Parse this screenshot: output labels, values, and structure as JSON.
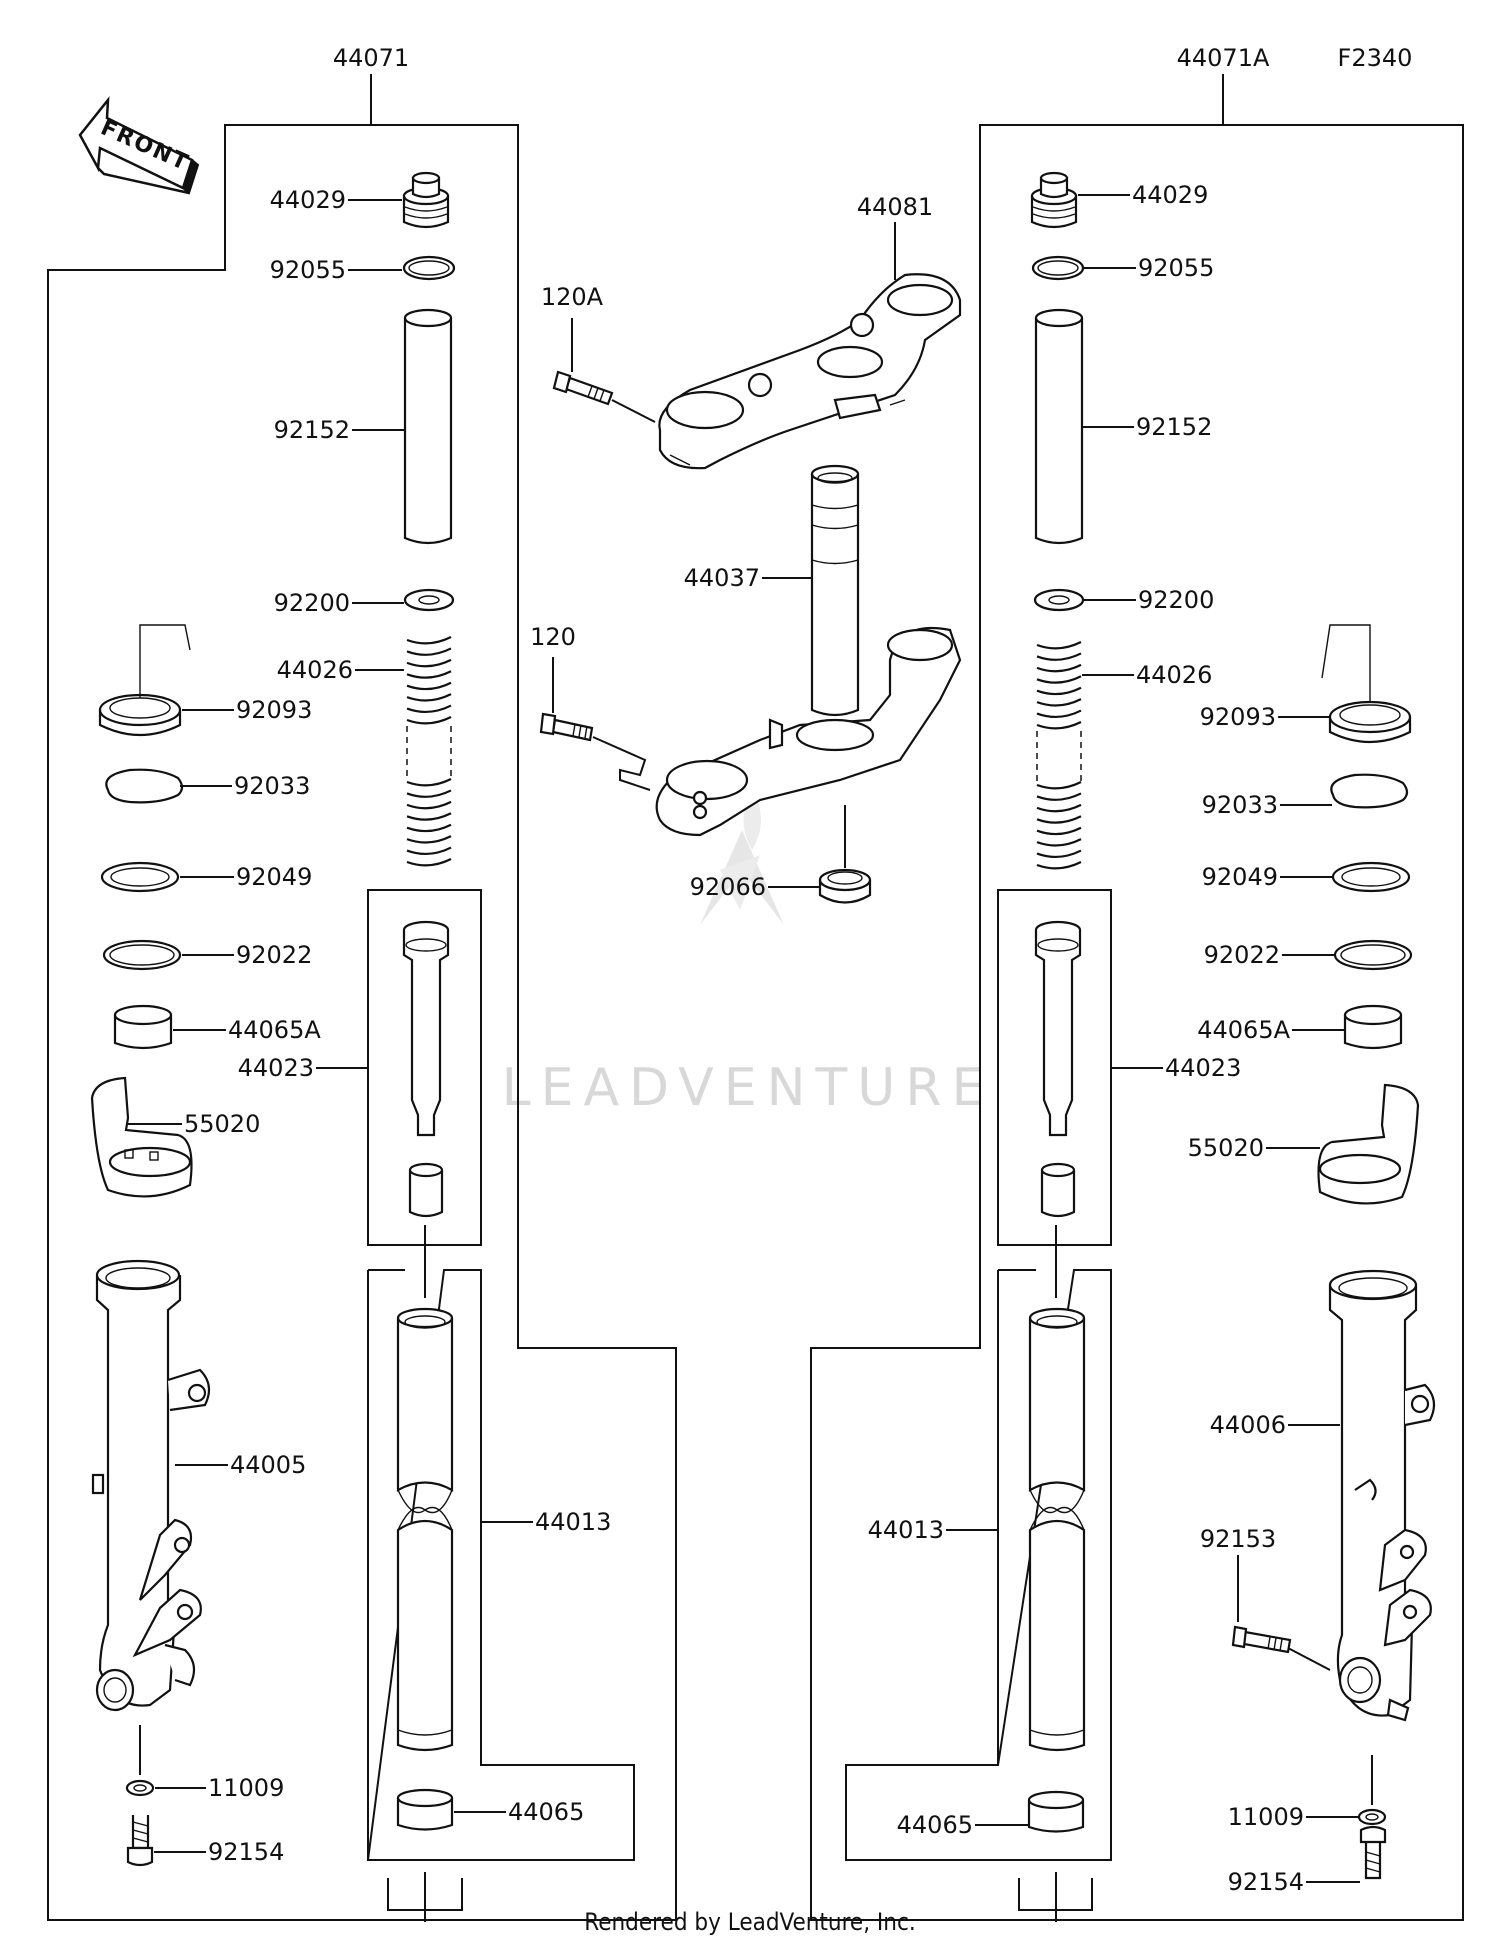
{
  "diagram_code": "F2340",
  "front_arrow_label": "FRONT",
  "watermark": "LEADVENTURE",
  "footer": "Rendered by LeadVenture, Inc.",
  "assemblies": {
    "left": "44071",
    "right": "44071A"
  },
  "left_labels": {
    "cap": "44029",
    "oring": "92055",
    "spacer": "92152",
    "washer": "92200",
    "spring": "44026",
    "dust_seal": "92093",
    "clip": "92033",
    "oil_seal": "92049",
    "washer2": "92022",
    "guide_bush": "44065A",
    "cylinder": "44023",
    "cover": "55020",
    "outer_tube": "44005",
    "inner_tube": "44013",
    "slide_bush": "44065",
    "gasket": "11009",
    "bolt": "92154"
  },
  "right_labels": {
    "cap": "44029",
    "oring": "92055",
    "spacer": "92152",
    "washer": "92200",
    "spring": "44026",
    "dust_seal": "92093",
    "clip": "92033",
    "oil_seal": "92049",
    "washer2": "92022",
    "guide_bush": "44065A",
    "cylinder": "44023",
    "cover": "55020",
    "outer_tube": "44006",
    "axle_bolt": "92153",
    "inner_tube": "44013",
    "slide_bush": "44065",
    "gasket": "11009",
    "bolt": "92154"
  },
  "center_labels": {
    "upper_bracket": "44081",
    "bolt_upper": "120A",
    "stem": "44037",
    "bolt_lower": "120",
    "stem_cap": "92066"
  }
}
